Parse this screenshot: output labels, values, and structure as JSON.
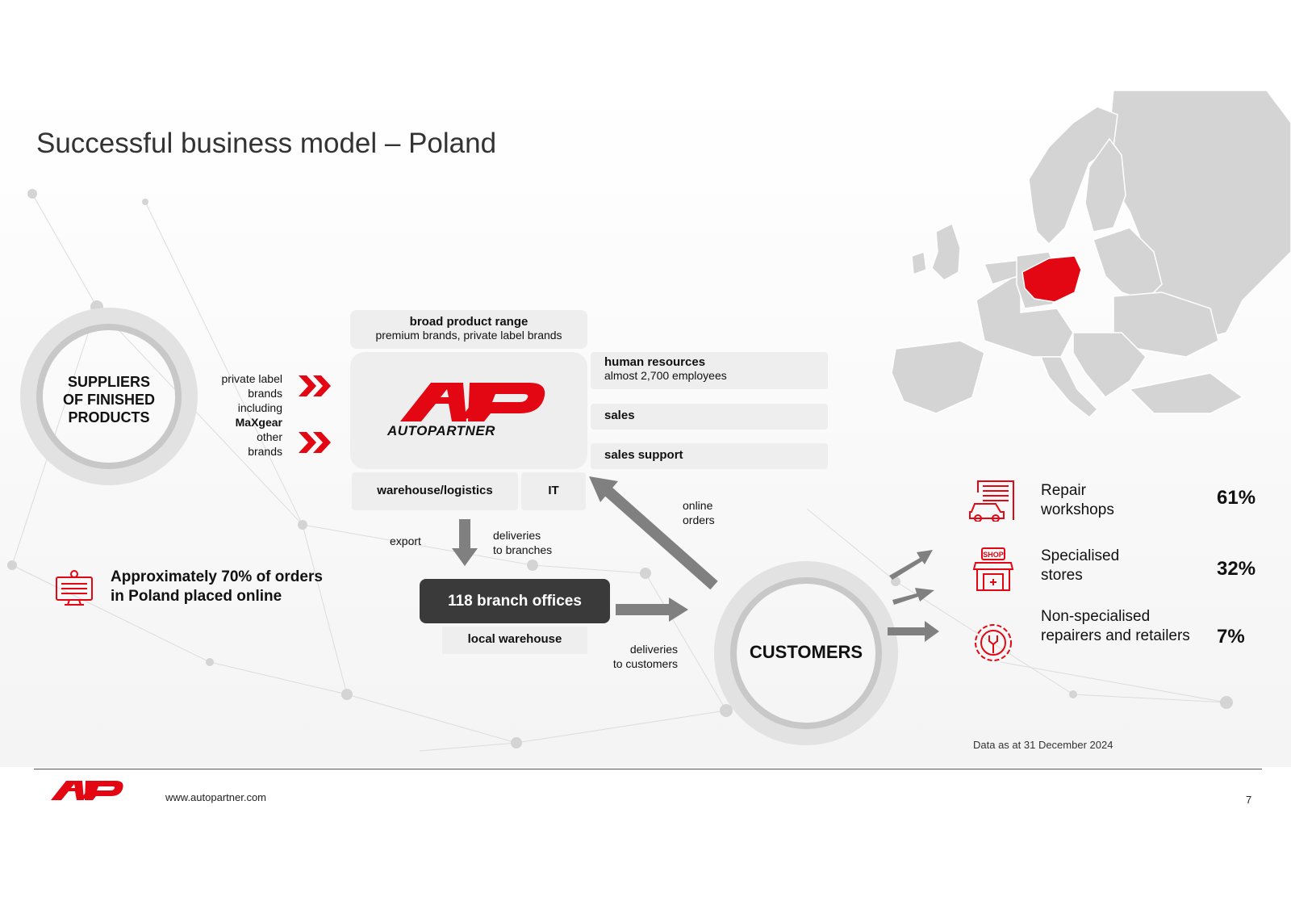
{
  "slide": {
    "title": "Successful business model – Poland",
    "page_number": "7",
    "website": "www.autopartner.com",
    "note": "Data as at 31 December 2024"
  },
  "colors": {
    "brand_red": "#e30613",
    "dark_box": "#3a3a3a",
    "arrow_gray": "#808080",
    "panel_gray": "#eeeeee"
  },
  "suppliers": {
    "line1": "SUPPLIERS",
    "line2": "OF FINISHED",
    "line3": "PRODUCTS",
    "brand_lines": [
      "private label",
      "brands",
      "including"
    ],
    "maxgear": "MaXgear",
    "other_lines": [
      "other",
      "brands"
    ]
  },
  "center": {
    "logo_text": "AUTOPARTNER",
    "range_title": "broad product range",
    "range_sub": "premium brands, private label brands",
    "hr_title": "human resources",
    "hr_sub": "almost 2,700 employees",
    "sales": "sales",
    "sales_support": "sales support",
    "warehouse": "warehouse/logistics",
    "it": "IT"
  },
  "flow": {
    "export": "export",
    "deliveries_branches": [
      "deliveries",
      "to branches"
    ],
    "online_orders": [
      "online",
      "orders"
    ],
    "deliveries_customers": [
      "deliveries",
      "to customers"
    ],
    "branches": "118 branch offices",
    "local_warehouse": "local warehouse",
    "customers": "CUSTOMERS"
  },
  "online_note": {
    "line1": "Approximately 70% of orders",
    "line2": "in Poland placed online"
  },
  "segments": [
    {
      "icon": "repair-workshop-icon",
      "lines": [
        "Repair",
        "workshops"
      ],
      "pct": "61%"
    },
    {
      "icon": "shop-icon",
      "lines": [
        "Specialised",
        "stores"
      ],
      "pct": "32%",
      "icon_label": "SHOP"
    },
    {
      "icon": "gear-wrench-icon",
      "lines": [
        "Non-specialised",
        "repairers and retailers"
      ],
      "pct": "7%"
    }
  ]
}
